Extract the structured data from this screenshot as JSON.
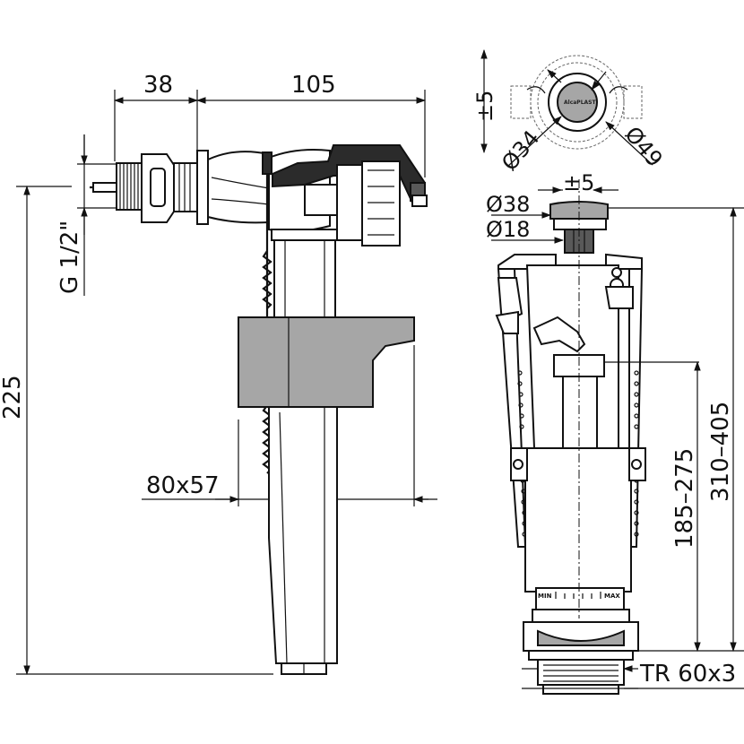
{
  "dimensions": {
    "inlet_offset": "38",
    "float_reach": "105",
    "thread": "G 1/2\"",
    "height_total": "225",
    "float_size": "80x57",
    "adjust_vertical": "±5",
    "dia_button_small": "Ø34",
    "dia_button_large": "Ø49",
    "adjust_horizontal": "±5",
    "dia_38": "Ø38",
    "dia_18": "Ø18",
    "height_valve": "185–275",
    "height_total_valve": "310–405",
    "thread_bottom": "TR 60x3"
  },
  "labels": {
    "brand": "AlcaPLAST",
    "scale_min": "MIN",
    "scale_max": "MAX"
  }
}
